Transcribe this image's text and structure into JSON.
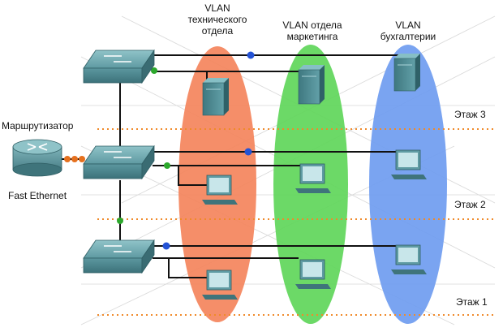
{
  "vlans": [
    {
      "label": "VLAN технического отдела",
      "color": "#f4845c"
    },
    {
      "label": "VLAN отдела маркетинга",
      "color": "#5fd65a"
    },
    {
      "label": "VLAN бухгалтерии",
      "color": "#6f9cf0"
    }
  ],
  "floors": [
    "Этаж 3",
    "Этаж 2",
    "Этаж 1"
  ],
  "router": {
    "label": "Маршрутизатор",
    "link_label": "Fast Ethernet"
  },
  "colors": {
    "floor_line": "#f08a2a",
    "port_blue": "#2453d6",
    "port_green": "#2ca82c",
    "port_orange": "#e5701e",
    "device_teal": "#4d8a92"
  }
}
